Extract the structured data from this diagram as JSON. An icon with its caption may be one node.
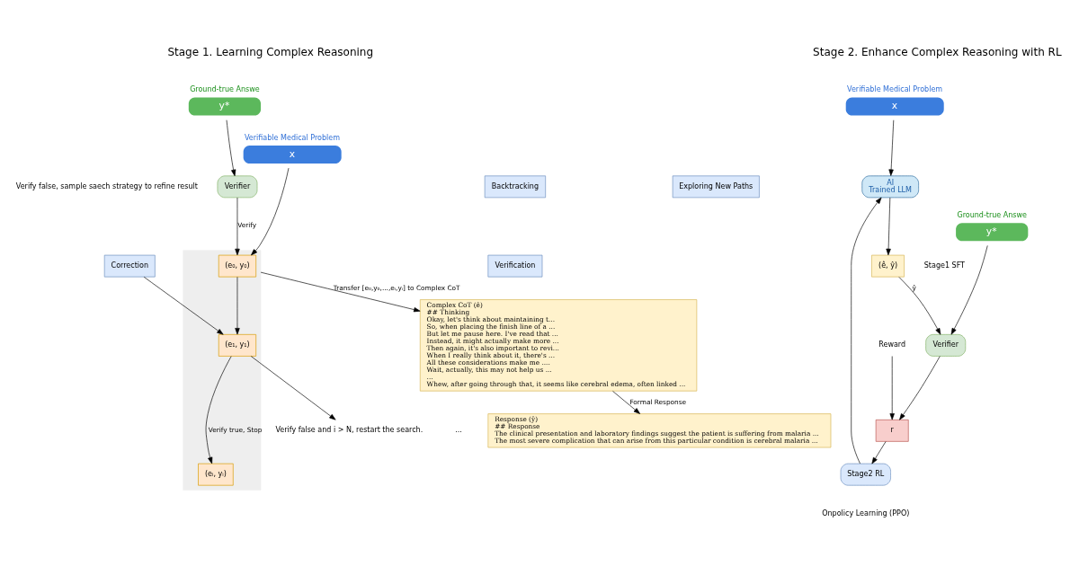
{
  "diagram": {
    "nodes": [
      {
        "text": [
          "Ground-true Answe",
          "y*"
        ]
      },
      {
        "text": [
          "Verifier"
        ]
      },
      {
        "text": [
          "Verifiable Medical Problem",
          "x"
        ]
      },
      {
        "text": [],
        "shape": "box"
      },
      {
        "text": [
          "(e₀, y₀)"
        ],
        "in": 3
      },
      {
        "text": [
          "(e₁, y₁)"
        ],
        "in": 3
      },
      {
        "text": [
          "(eᵢ, yᵢ)"
        ],
        "in": 3
      },
      {
        "text": [
          "Backtracking"
        ]
      },
      {
        "text": [
          "Exploring New Paths"
        ]
      },
      {
        "text": [
          "Verification"
        ]
      },
      {
        "text": [
          "Correction"
        ]
      },
      {
        "text": [
          "Complex CoT (ê)",
          "## Thinking",
          "Okay, let's think about maintaining t...",
          "So, when placing the finish line of a ...",
          "But let me pause here. I've read that ...",
          "Instead, it might actually make more ...",
          "Then again, it's also important to revi...",
          "When I really think about it, there's ...",
          "All these considerations make me ....",
          "Wait, actually, this may not help us ...",
          "...",
          "Whew, after going through that, it seems like cerebral edema, often linked ..."
        ]
      },
      {
        "text": [
          "Response (ŷ)",
          "## Response",
          "The clinical presentation and laboratory findings suggest the patient is suffering from malaria ...",
          "The most severe complication that can arise from this particular condition is cerebral malaria ..."
        ]
      },
      {
        "text": [
          "Verifiable Medical Problem",
          "x"
        ]
      },
      {
        "text": [
          "AI",
          "Trained LLM"
        ]
      },
      {
        "text": [
          "Stage2 RL"
        ]
      },
      {
        "text": [
          "Reward"
        ]
      },
      {
        "text": [
          "r"
        ]
      },
      {
        "text": [
          "Ground-true Answe",
          "y*"
        ]
      },
      {
        "text": [
          "Verifier"
        ]
      },
      {
        "text": [
          "(ê, ŷ)"
        ]
      },
      {
        "text": [
          "Verify false and i > N, restart the search."
        ]
      }
    ],
    "edges": [
      {
        "from": 0,
        "to": 1,
        "arrow": "to"
      },
      {
        "from": 1,
        "to": 4,
        "arrow": "to",
        "label": "Verify"
      },
      {
        "from": 2,
        "to": 4,
        "arrow": "to"
      },
      {
        "from": 4,
        "to": 5,
        "arrow": "to"
      },
      {
        "from": 10,
        "to": 5,
        "arrow": "to"
      },
      {
        "from": 5,
        "to": 6,
        "arrow": "to",
        "label": "Verify true, Stop"
      },
      {
        "from": 5,
        "to": 21,
        "arrow": "to"
      },
      {
        "from": 3,
        "to": 11,
        "arrow": "to",
        "label": "Transfer [e₀,y₀,...,eᵢ,yᵢ] to Complex CoT"
      },
      {
        "from": 11,
        "to": 12,
        "arrow": "to",
        "label": "Formal Response"
      },
      {
        "from": 13,
        "to": 14,
        "arrow": "to"
      },
      {
        "from": 15,
        "to": 14,
        "arrow": "to"
      },
      {
        "from": 17,
        "to": 15,
        "arrow": "to"
      },
      {
        "from": 16,
        "to": 17,
        "arrow": "to"
      },
      {
        "from": 19,
        "to": 17,
        "arrow": "to"
      },
      {
        "from": 18,
        "to": 19,
        "arrow": "to"
      },
      {
        "from": 14,
        "to": 20,
        "arrow": "to"
      },
      {
        "from": 20,
        "to": 19,
        "arrow": "to",
        "label": "ŷ"
      }
    ],
    "labels": [
      "Stage 1. Learning Complex Reasoning",
      "Verify false, sample saech strategy to refine result",
      "...",
      "Stage 2. Enhance Complex Reasoning with RL",
      "Stage1 SFT",
      "Onpolicy Learning (PPO)"
    ]
  }
}
